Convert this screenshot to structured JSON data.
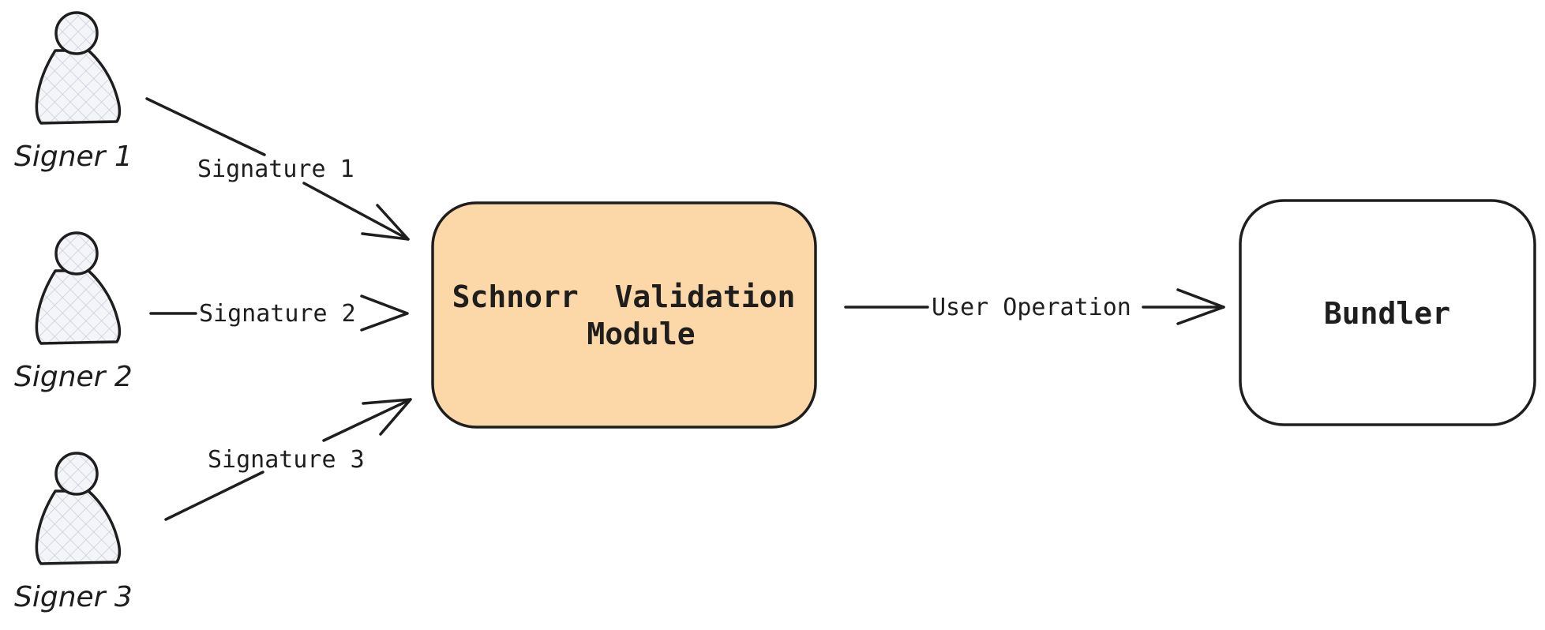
{
  "signers": [
    {
      "label": "Signer 1"
    },
    {
      "label": "Signer 2"
    },
    {
      "label": "Signer 3"
    }
  ],
  "edges": [
    {
      "label": "Signature 1"
    },
    {
      "label": "Signature 2"
    },
    {
      "label": "Signature 3"
    },
    {
      "label": "User Operation"
    }
  ],
  "nodes": {
    "validation_module": {
      "line1": "Schnorr  Validation",
      "line2": "Module",
      "fill": "#fcd7a7"
    },
    "bundler": {
      "label": "Bundler",
      "fill": "#ffffff"
    }
  },
  "colors": {
    "stroke": "#1e1e1e",
    "hatch": "#c9ccd8",
    "person_fill": "#eef0f5"
  }
}
